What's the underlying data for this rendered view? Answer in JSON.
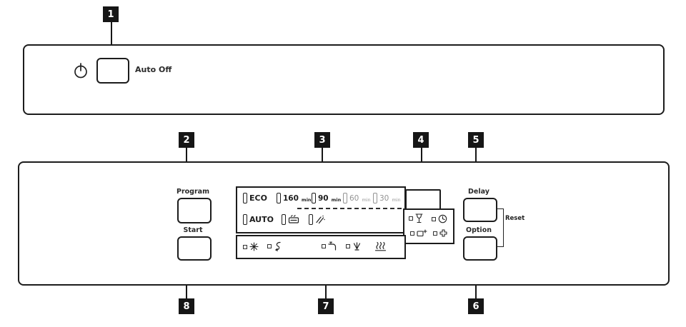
{
  "callouts": [
    {
      "n": "1"
    },
    {
      "n": "2"
    },
    {
      "n": "3"
    },
    {
      "n": "4"
    },
    {
      "n": "5"
    },
    {
      "n": "6"
    },
    {
      "n": "7"
    },
    {
      "n": "8"
    }
  ],
  "top_panel": {
    "auto_off": "Auto Off"
  },
  "buttons": {
    "program": "Program",
    "start": "Start",
    "delay": "Delay",
    "option": "Option"
  },
  "reset": "Reset",
  "programs": {
    "eco": "ECO",
    "p160": {
      "num": "160",
      "unit": "min"
    },
    "p90": {
      "num": "90",
      "unit": "min"
    },
    "p60": {
      "num": "60",
      "unit": "min"
    },
    "p30": {
      "num": "30",
      "unit": "min"
    },
    "auto": "AUTO"
  },
  "icons": {
    "power": "power-standby-icon",
    "program_row2": [
      "pan-icon",
      "intensive-spray-icon"
    ],
    "option_box": [
      "glass-care-icon",
      "timer-icon",
      "tab-plus-icon",
      "extra-dry-icon"
    ],
    "status_box": [
      "rinse-aid-icon",
      "salt-icon",
      "water-tap-icon",
      "spray-arm-icon",
      "drying-icon"
    ]
  },
  "colors": {
    "outline": "#1c1c1c",
    "callout_bg": "#161616",
    "inactive_gray": "#949494"
  }
}
